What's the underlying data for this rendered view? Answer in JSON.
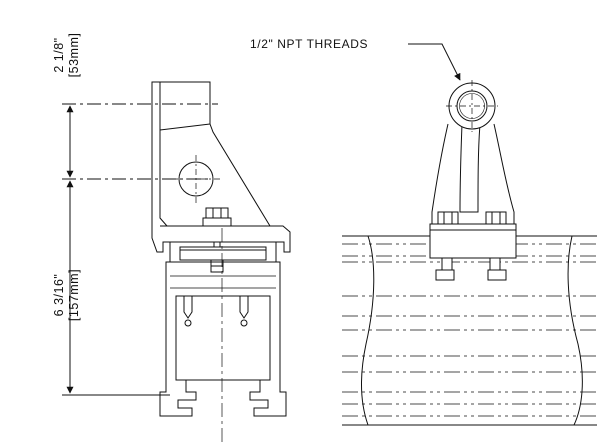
{
  "drawing": {
    "dim_top": {
      "imperial": "2 1/8\"",
      "metric": "[53mm]"
    },
    "dim_bottom": {
      "imperial": "6 3/16\"",
      "metric": "[157mm]"
    },
    "callout": {
      "label": "1/2\" NPT THREADS"
    }
  },
  "colors": {
    "line": "#111111",
    "background": "#ffffff"
  }
}
